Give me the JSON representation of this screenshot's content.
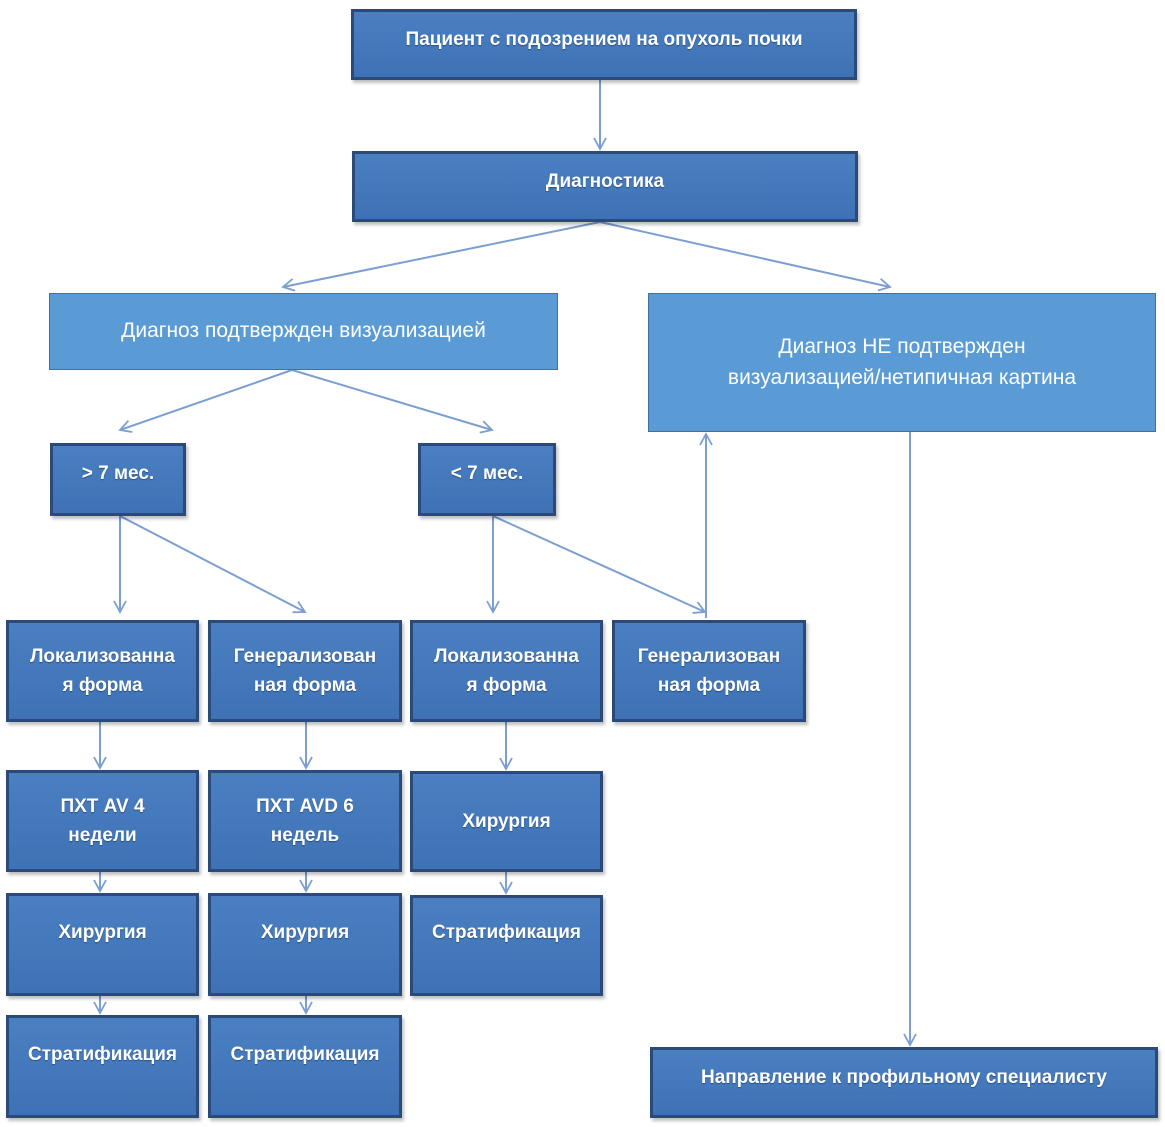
{
  "nodes": {
    "patient": "Пациент с подозрением на опухоль почки",
    "diagnostics": "Диагностика",
    "confirmed": "Диагноз подтвержден визуализацией",
    "not_confirmed_line1": "Диагноз НЕ подтвержден",
    "not_confirmed_line2": "визуализацией/нетипичная картина",
    "age_over": "> 7 мес.",
    "age_under": "< 7 мес.",
    "localized_a_line1": "Локализованна",
    "localized_a_line2": "я форма",
    "generalized_a_line1": "Генерализован",
    "generalized_a_line2": "ная форма",
    "localized_b_line1": "Локализованна",
    "localized_b_line2": "я форма",
    "generalized_b_line1": "Генерализован",
    "generalized_b_line2": "ная форма",
    "chemo_av_line1": "ПХТ AV 4",
    "chemo_av_line2": "недели",
    "chemo_avd_line1": "ПХТ AVD 6",
    "chemo_avd_line2": "недель",
    "surgery_b": "Хирургия",
    "surgery_a": "Хирургия",
    "surgery_a2": "Хирургия",
    "stratification_b": "Стратификация",
    "stratification_a": "Стратификация",
    "stratification_a2": "Стратификация",
    "referral": "Направление к профильному специалисту"
  },
  "colors": {
    "dark_fill": "#4178bc",
    "dark_border": "#2b4a78",
    "light_fill": "#5b9bd5",
    "arrow": "#7a9fd0"
  }
}
